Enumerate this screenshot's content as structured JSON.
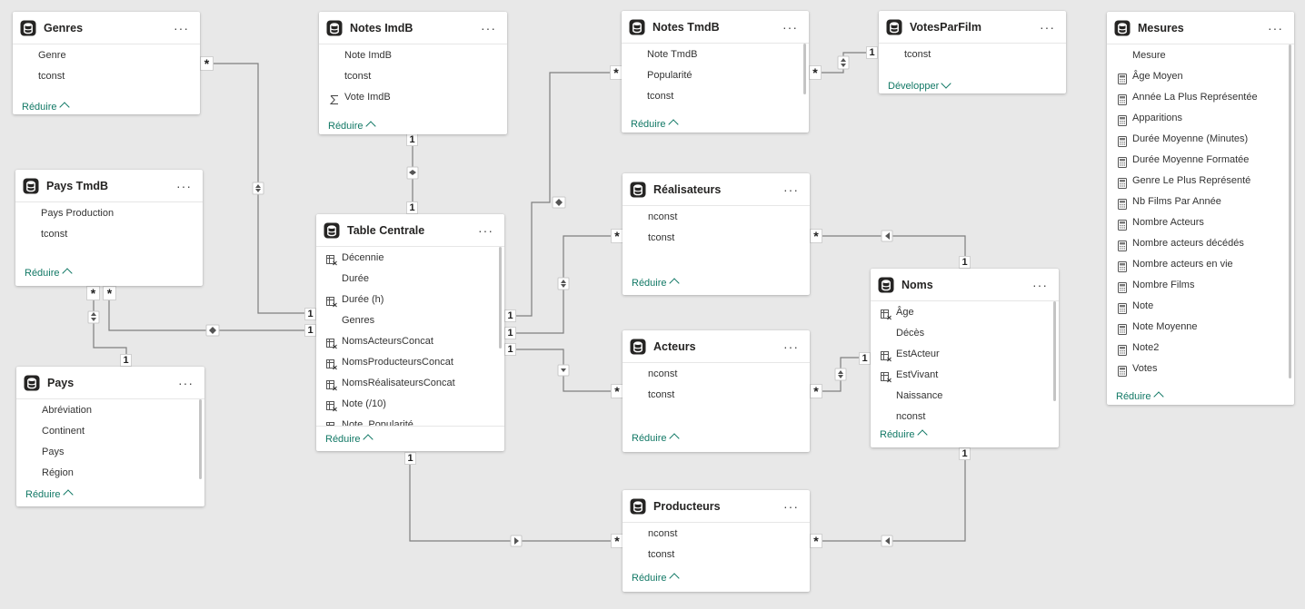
{
  "tables": {
    "genres": {
      "title": "Genres",
      "fields": [
        "Genre",
        "tconst"
      ],
      "footer": "Réduire"
    },
    "notes_imdb": {
      "title": "Notes ImdB",
      "fields": [
        "Note ImdB",
        "tconst",
        "Vote ImdB"
      ],
      "footer": "Réduire"
    },
    "notes_tmdb": {
      "title": "Notes TmdB",
      "fields": [
        "Note TmdB",
        "Popularité",
        "tconst"
      ],
      "footer": "Réduire"
    },
    "votes_par_film": {
      "title": "VotesParFilm",
      "fields": [
        "tconst"
      ],
      "footer": "Développer"
    },
    "mesures": {
      "title": "Mesures",
      "fields": [
        "Mesure",
        "Âge Moyen",
        "Année La Plus Représentée",
        "Apparitions",
        "Durée Moyenne (Minutes)",
        "Durée Moyenne Formatée",
        "Genre Le Plus Représenté",
        "Nb Films Par Année",
        "Nombre Acteurs",
        "Nombre acteurs décédés",
        "Nombre acteurs en vie",
        "Nombre Films",
        "Note",
        "Note Moyenne",
        "Note2",
        "Votes"
      ],
      "footer": "Réduire"
    },
    "pays_tmdb": {
      "title": "Pays TmdB",
      "fields": [
        "Pays Production",
        "tconst"
      ],
      "footer": "Réduire"
    },
    "table_centrale": {
      "title": "Table Centrale",
      "fields": [
        "Décennie",
        "Durée",
        "Durée (h)",
        "Genres",
        "NomsActeursConcat",
        "NomsProducteursConcat",
        "NomsRéalisateursConcat",
        "Note (/10)",
        "Note_Popularité"
      ],
      "footer": "Réduire"
    },
    "realisateurs": {
      "title": "Réalisateurs",
      "fields": [
        "nconst",
        "tconst"
      ],
      "footer": "Réduire"
    },
    "acteurs": {
      "title": "Acteurs",
      "fields": [
        "nconst",
        "tconst"
      ],
      "footer": "Réduire"
    },
    "noms": {
      "title": "Noms",
      "fields": [
        "Âge",
        "Décès",
        "EstActeur",
        "EstVivant",
        "Naissance",
        "nconst"
      ],
      "footer": "Réduire"
    },
    "pays": {
      "title": "Pays",
      "fields": [
        "Abréviation",
        "Continent",
        "Pays",
        "Région"
      ],
      "footer": "Réduire"
    },
    "producteurs": {
      "title": "Producteurs",
      "fields": [
        "nconst",
        "tconst"
      ],
      "footer": "Réduire"
    }
  },
  "field_icons": {
    "notes_imdb": [
      "none",
      "none",
      "sigma-icon"
    ],
    "mesures": [
      "none",
      "measure-icon",
      "measure-icon",
      "measure-icon",
      "measure-icon",
      "measure-icon",
      "measure-icon",
      "measure-icon",
      "measure-icon",
      "measure-icon",
      "measure-icon",
      "measure-icon",
      "measure-icon",
      "measure-icon",
      "measure-icon",
      "measure-icon"
    ],
    "table_centrale": [
      "calc-column-icon",
      "none",
      "calc-column-icon",
      "none",
      "calc-column-icon",
      "calc-column-icon",
      "calc-column-icon",
      "calc-column-icon",
      "calc-column-icon"
    ],
    "noms": [
      "calc-column-icon",
      "none",
      "calc-column-icon",
      "calc-column-icon",
      "none",
      "none"
    ]
  },
  "more_label": "···",
  "relationships": {
    "one": "1",
    "many": "*"
  },
  "colors": {
    "canvas": "#e8e8e8",
    "line": "#7f7f7f",
    "accent": "#117865"
  }
}
